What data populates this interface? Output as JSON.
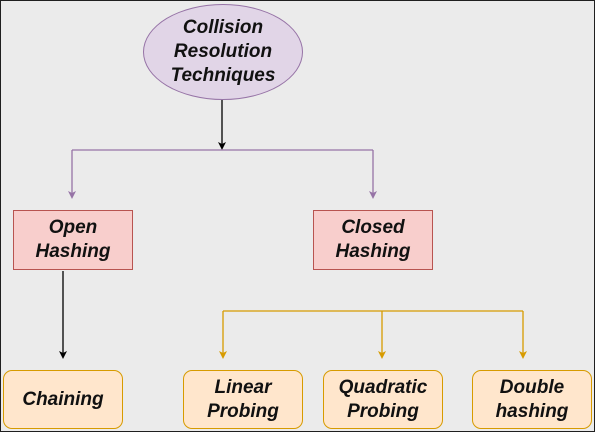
{
  "diagram": {
    "root": {
      "label": "Collision\nResolution\nTechniques"
    },
    "branches": [
      {
        "label": "Open\nHashing"
      },
      {
        "label": "Closed\nHashing"
      }
    ],
    "leaves": [
      {
        "label": "Chaining"
      },
      {
        "label": "Linear\nProbing"
      },
      {
        "label": "Quadratic\nProbing"
      },
      {
        "label": "Double\nhashing"
      }
    ],
    "colors": {
      "root_fill": "#e1d5e7",
      "root_stroke": "#9673a6",
      "branch_fill": "#f8cecc",
      "branch_stroke": "#b85450",
      "leaf_fill": "#ffe6cc",
      "leaf_stroke": "#d79b00",
      "background": "#ebebeb"
    }
  }
}
